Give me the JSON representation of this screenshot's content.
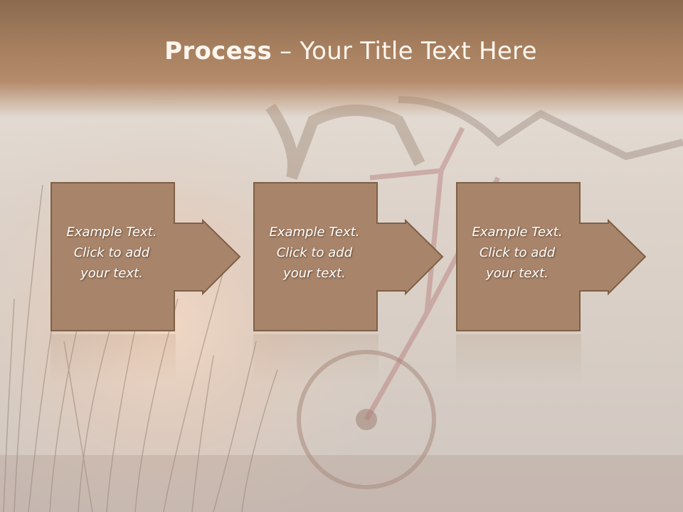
{
  "title": {
    "bold": "Process",
    "dash": " – ",
    "rest": "Your Title Text Here"
  },
  "steps": [
    {
      "line1": "Example Text.",
      "line2": "Click  to add",
      "line3": "your text."
    },
    {
      "line1": "Example Text.",
      "line2": "Click  to add",
      "line3": "your text."
    },
    {
      "line1": "Example Text.",
      "line2": "Click  to add",
      "line3": "your text."
    }
  ],
  "colors": {
    "box": "#a8846a",
    "box_border": "#7e5f46",
    "header": "#a67f5f",
    "text": "#ffffff"
  }
}
